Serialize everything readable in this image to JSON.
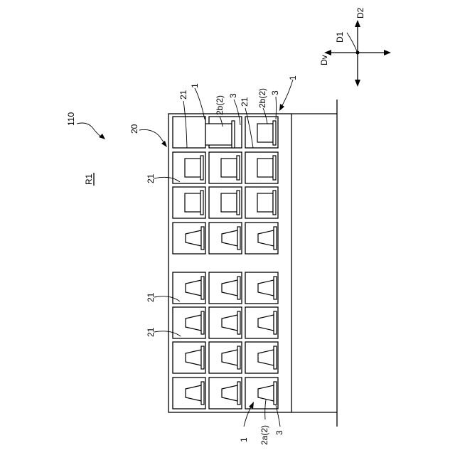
{
  "figure": {
    "fig_ref": "110",
    "region_label": "R1",
    "directions": {
      "up": "D2",
      "center": "D1",
      "left": "Dv"
    },
    "labels": {
      "rack": "20",
      "cell_top_a": "21",
      "cell_top_b": "21",
      "cell_row2": "21",
      "cell_row5": "21",
      "cell_row6": "21",
      "container_top_left": "1",
      "container_top_right": "1",
      "container_bottom": "1",
      "item_2b_left": "2b(2)",
      "item_2b_right": "2b(2)",
      "item_2a": "2a(2)",
      "holder_top_left": "3",
      "holder_top_right": "3",
      "holder_bottom": "3"
    }
  }
}
